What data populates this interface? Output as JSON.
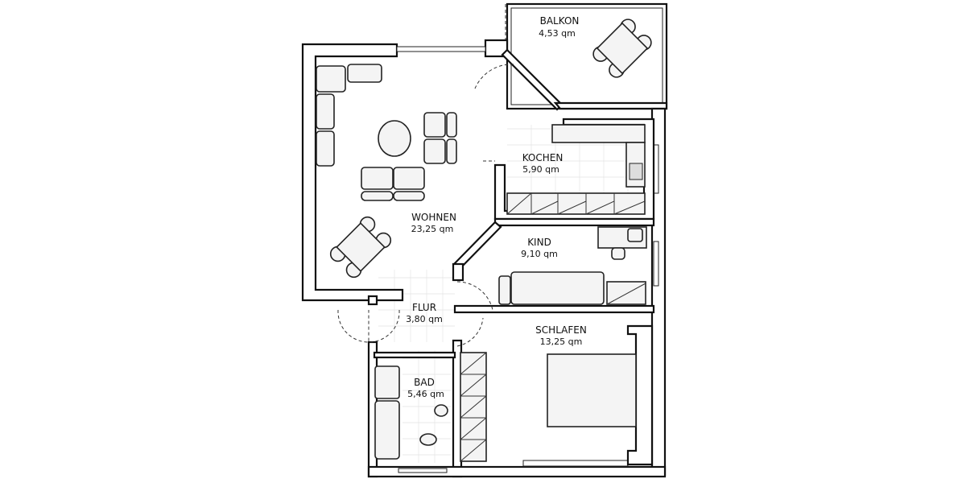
{
  "rooms": {
    "balkon": {
      "name": "BALKON",
      "area": "4,53 qm"
    },
    "kochen": {
      "name": "KOCHEN",
      "area": "5,90 qm"
    },
    "wohnen": {
      "name": "WOHNEN",
      "area": "23,25 qm"
    },
    "kind": {
      "name": "KIND",
      "area": "9,10 qm"
    },
    "flur": {
      "name": "FLUR",
      "area": "3,80 qm"
    },
    "schlafen": {
      "name": "SCHLAFEN",
      "area": "13,25 qm"
    },
    "bad": {
      "name": "BAD",
      "area": "5,46 qm"
    }
  },
  "colors": {
    "wall": "#111111",
    "floor": "#ffffff",
    "furniture": "#f4f4f4"
  }
}
